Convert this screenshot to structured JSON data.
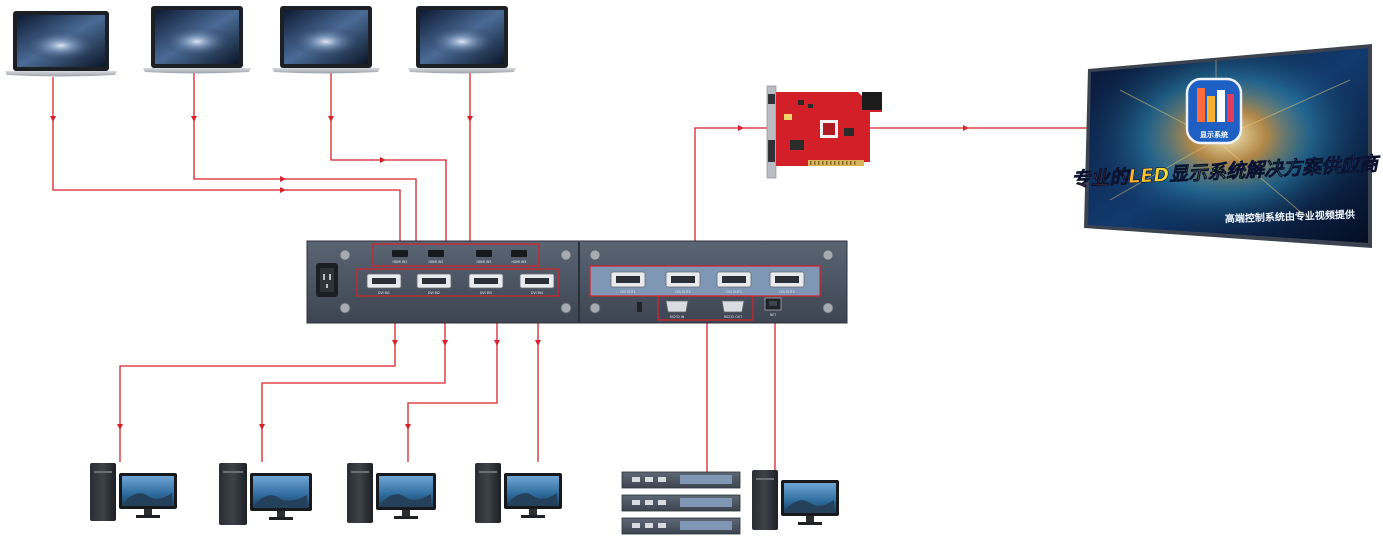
{
  "screen": {
    "slogan": "专业的LED显示系统解决方案供应商",
    "subline": "高端控制系统由专业视频提供",
    "logo_text": "显示系统"
  },
  "processor": {
    "input_labels": [
      "HDMI IN1",
      "HDMI IN2",
      "HDMI IN3",
      "HDMI IN4"
    ],
    "dvi_in_labels": [
      "DVI IN1",
      "DVI IN2",
      "DVI IN3",
      "DVI IN4"
    ],
    "output_labels": [
      "DVI OUT1",
      "DVI OUT2",
      "DVI OUT3",
      "DVI OUT4"
    ],
    "serial_labels": [
      "RS232 IN",
      "RS232 OUT"
    ],
    "lan_label": "NET"
  },
  "colors": {
    "wire": "#d9222a",
    "chassis": "#4b5462",
    "module": "#7f97b4",
    "screen_bg": "#0b1a3d"
  }
}
